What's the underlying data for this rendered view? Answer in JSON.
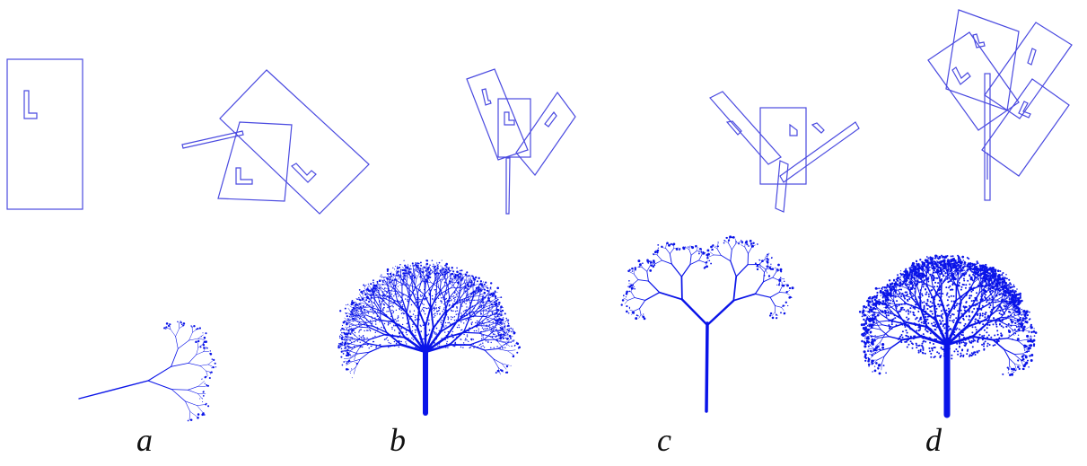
{
  "panels": [
    {
      "label": "a"
    },
    {
      "label": "b"
    },
    {
      "label": "c"
    },
    {
      "label": "d"
    }
  ],
  "colors": {
    "line": "#4a4ae0",
    "tree": "#0a14e8",
    "label": "#111111"
  }
}
